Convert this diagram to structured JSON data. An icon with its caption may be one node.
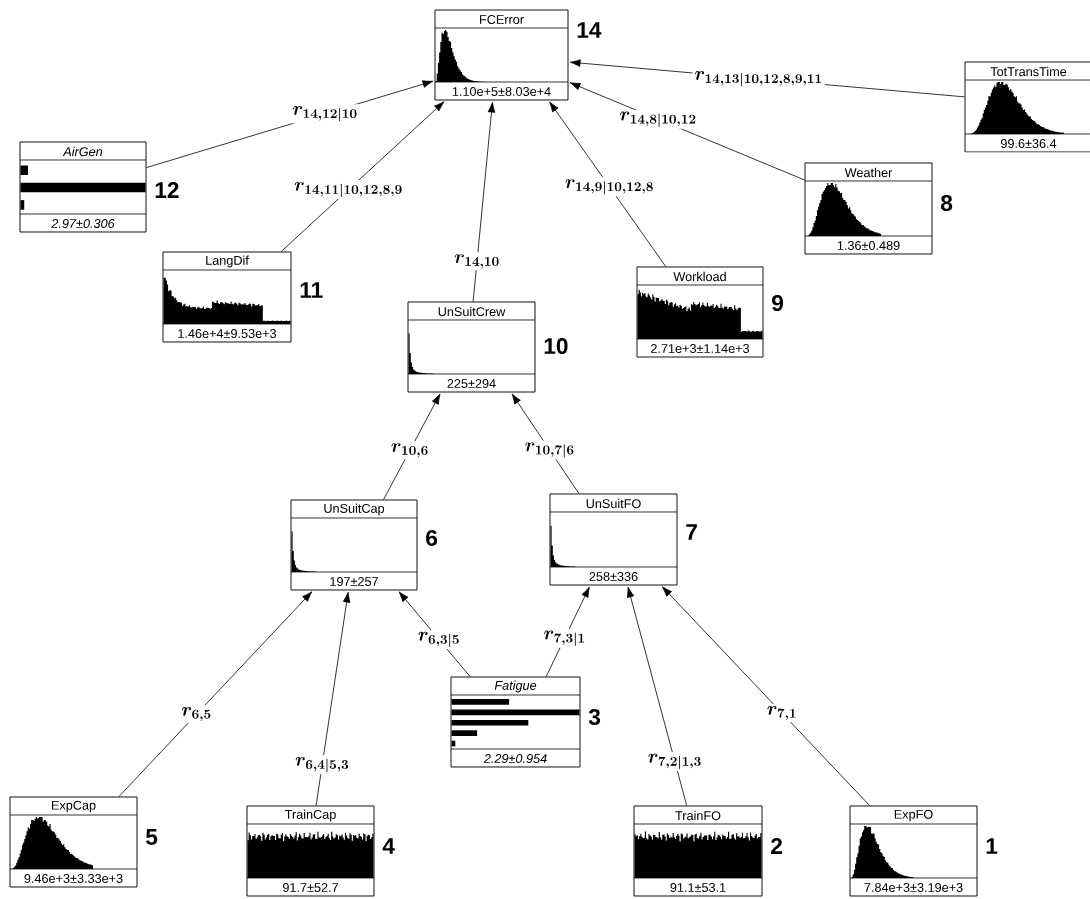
{
  "diagram": {
    "nodes": [
      {
        "text": [
          "FCError",
          "1.10e+5±8.03e+4"
        ],
        "beside": [
          "14"
        ]
      },
      {
        "text": [
          "TotTransTime",
          "99.6±36.4"
        ]
      },
      {
        "text": [
          "AirGen",
          "2.97±0.306"
        ],
        "beside": [
          "12"
        ]
      },
      {
        "text": [
          "Weather",
          "1.36±0.489"
        ],
        "beside": [
          "8"
        ]
      },
      {
        "text": [
          "LangDif",
          "1.46e+4±9.53e+3"
        ],
        "beside": [
          "11"
        ]
      },
      {
        "text": [
          "Workload",
          "2.71e+3±1.14e+3"
        ],
        "beside": [
          "9"
        ]
      },
      {
        "text": [
          "UnSuitCrew",
          "225±294"
        ],
        "beside": [
          "10"
        ]
      },
      {
        "text": [
          "UnSuitCap",
          "197±257"
        ],
        "beside": [
          "6"
        ]
      },
      {
        "text": [
          "UnSuitFO",
          "258±336"
        ],
        "beside": [
          "7"
        ]
      },
      {
        "text": [
          "Fatigue",
          "2.29±0.954"
        ],
        "beside": [
          "3"
        ]
      },
      {
        "text": [
          "ExpCap",
          "9.46e+3±3.33e+3"
        ],
        "beside": [
          "5"
        ]
      },
      {
        "text": [
          "TrainCap",
          "91.7±52.7"
        ],
        "beside": [
          "4"
        ]
      },
      {
        "text": [
          "TrainFO",
          "91.1±53.1"
        ],
        "beside": [
          "2"
        ]
      },
      {
        "text": [
          "ExpFO",
          "7.84e+3±3.19e+3"
        ],
        "beside": [
          "1"
        ]
      }
    ],
    "edges": [
      {
        "from": 1,
        "to": 0,
        "arrow": "to",
        "label": "r_{14,13|10,12,8,9,11}"
      },
      {
        "from": 2,
        "to": 0,
        "arrow": "to",
        "label": "r_{14,12|10}"
      },
      {
        "from": 3,
        "to": 0,
        "arrow": "to",
        "label": "r_{14,8|10,12}"
      },
      {
        "from": 4,
        "to": 0,
        "arrow": "to",
        "label": "r_{14,11|10,12,8,9}"
      },
      {
        "from": 5,
        "to": 0,
        "arrow": "to",
        "label": "r_{14,9|10,12,8}"
      },
      {
        "from": 6,
        "to": 0,
        "arrow": "to",
        "label": "r_{14,10}"
      },
      {
        "from": 7,
        "to": 6,
        "arrow": "to",
        "label": "r_{10,6}"
      },
      {
        "from": 8,
        "to": 6,
        "arrow": "to",
        "label": "r_{10,7|6}"
      },
      {
        "from": 10,
        "to": 7,
        "arrow": "to",
        "label": "r_{6,5}"
      },
      {
        "from": 11,
        "to": 7,
        "arrow": "to",
        "label": "r_{6,4|5,3}"
      },
      {
        "from": 9,
        "to": 7,
        "arrow": "to",
        "label": "r_{6,3|5}"
      },
      {
        "from": 9,
        "to": 8,
        "arrow": "to",
        "label": "r_{7,3|1}"
      },
      {
        "from": 12,
        "to": 8,
        "arrow": "to",
        "label": "r_{7,2|1,3}"
      },
      {
        "from": 13,
        "to": 8,
        "arrow": "to",
        "label": "r_{7,1}"
      }
    ]
  }
}
